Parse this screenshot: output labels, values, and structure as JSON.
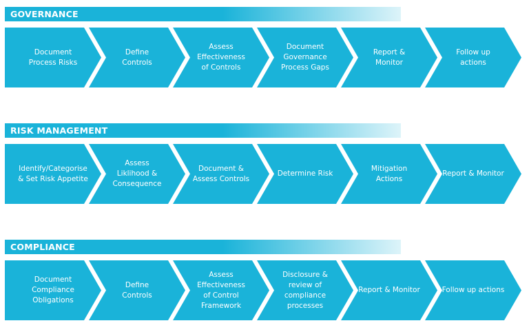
{
  "sections": [
    {
      "title": "GOVERNANCE",
      "steps": [
        "Document\nProcess Risks",
        "Define\nControls",
        "Assess\nEffectiveness\nof Controls",
        "Document\nGovernance\nProcess Gaps",
        "Report &\nMonitor",
        "Follow up\nactions"
      ]
    },
    {
      "title": "RISK MANAGEMENT",
      "steps": [
        "Identify/Categorise\n& Set Risk Appetite",
        "Assess\nLiklihood &\nConsequence",
        "Document &\nAssess Controls",
        "Determine Risk",
        "Mitigation\nActions",
        "Report & Monitor"
      ]
    },
    {
      "title": "COMPLIANCE",
      "steps": [
        "Document\nCompliance\nObligations",
        "Define\nControls",
        "Assess\nEffectiveness\nof Control\nFramework",
        "Disclosure &\nreview of\ncompliance\nprocesses",
        "Report & Monitor",
        "Follow up actions"
      ]
    }
  ],
  "colors": {
    "accent": "#1ab3d9"
  }
}
